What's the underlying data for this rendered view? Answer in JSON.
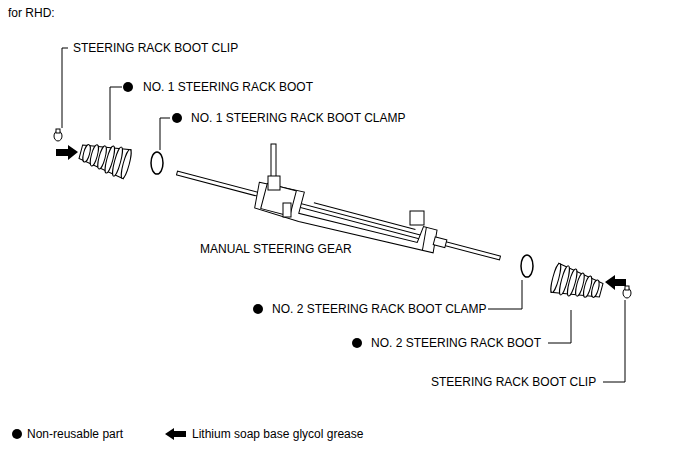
{
  "diagram": {
    "title": "for RHD:",
    "labels": [
      "STEERING RACK BOOT CLIP",
      "NO. 1 STEERING RACK BOOT",
      "NO. 1 STEERING RACK BOOT CLAMP",
      "MANUAL STEERING GEAR",
      "NO. 2 STEERING RACK BOOT CLAMP",
      "NO. 2 STEERING RACK BOOT",
      "STEERING RACK BOOT CLIP"
    ],
    "legend": [
      {
        "text": "Non-reusable part"
      },
      {
        "text": "Lithium soap base glycol grease"
      }
    ]
  }
}
